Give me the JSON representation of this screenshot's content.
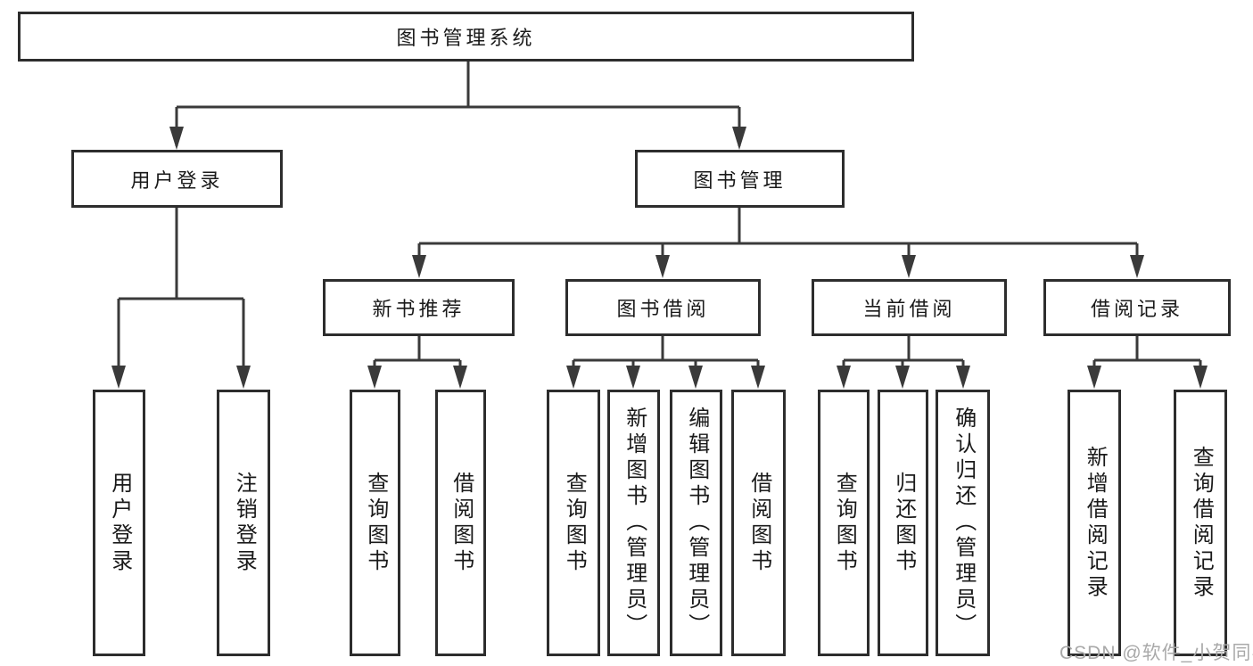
{
  "tree": {
    "label": "图书管理系统",
    "children": [
      {
        "label": "用户登录",
        "children": [
          {
            "label": "用户登录"
          },
          {
            "label": "注销登录"
          }
        ]
      },
      {
        "label": "图书管理",
        "children": [
          {
            "label": "新书推荐",
            "children": [
              {
                "label": "查询图书"
              },
              {
                "label": "借阅图书"
              }
            ]
          },
          {
            "label": "图书借阅",
            "children": [
              {
                "label": "查询图书"
              },
              {
                "label": "新增图书（管理员）"
              },
              {
                "label": "编辑图书（管理员）"
              },
              {
                "label": "借阅图书"
              }
            ]
          },
          {
            "label": "当前借阅",
            "children": [
              {
                "label": "查询图书"
              },
              {
                "label": "归还图书"
              },
              {
                "label": "确认归还（管理员）"
              }
            ]
          },
          {
            "label": "借阅记录",
            "children": [
              {
                "label": "新增借阅记录"
              },
              {
                "label": "查询借阅记录"
              }
            ]
          }
        ]
      }
    ]
  },
  "watermark": {
    "text": "CSDN @软件_小贺同学"
  },
  "colors": {
    "line": "#3a3a3a",
    "box_border": "#2d2d2d",
    "text": "#1a1a1a",
    "watermark": "#a9a9a9",
    "background": "#ffffff"
  }
}
